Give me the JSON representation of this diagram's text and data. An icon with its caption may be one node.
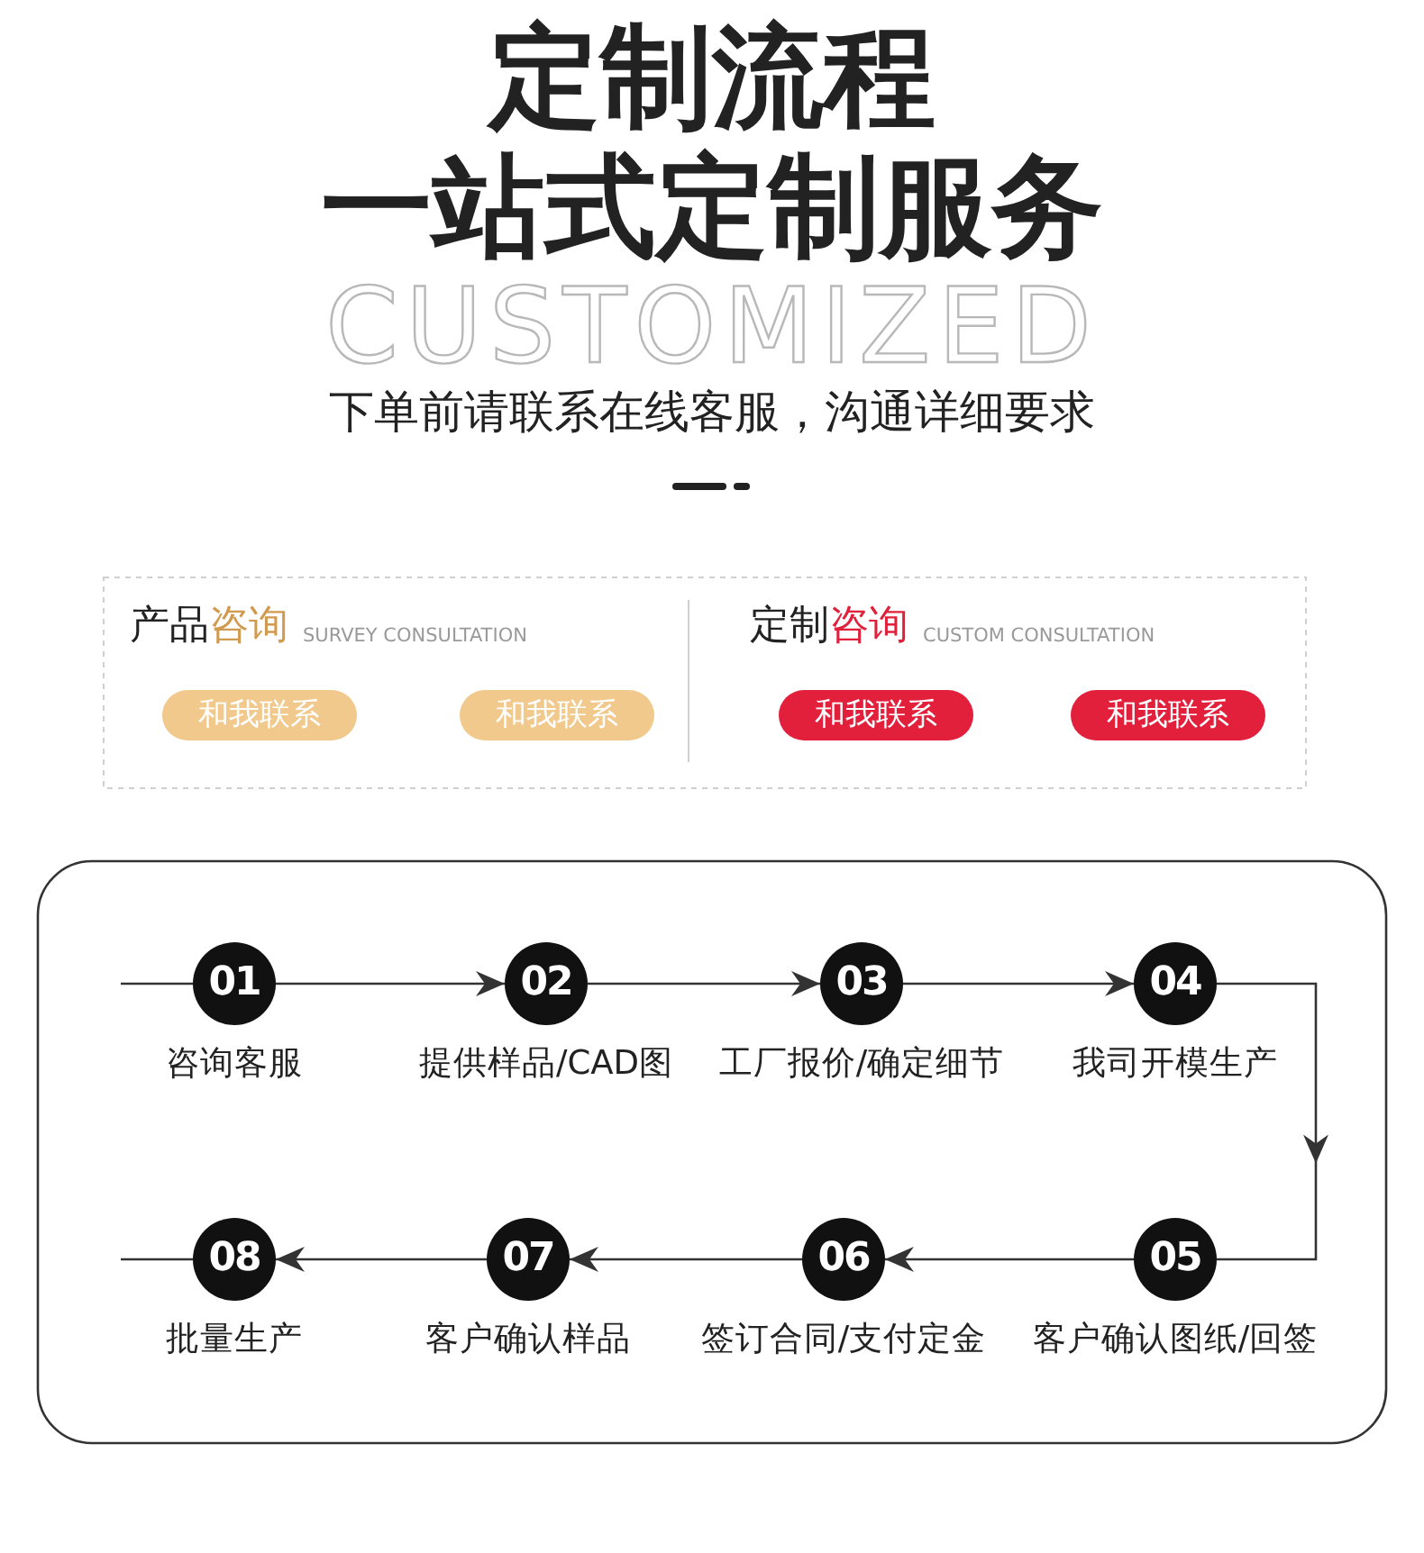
{
  "diagram": {
    "title": "定制流程",
    "nodes": [
      {
        "text": [
          "和我联系"
        ]
      },
      {
        "text": [
          "和我联系"
        ]
      },
      {
        "text": [
          "和我联系"
        ]
      },
      {
        "text": [
          "和我联系"
        ]
      },
      {
        "text": [
          "01"
        ],
        "beside": [
          "咨询客服"
        ]
      },
      {
        "text": [
          "02"
        ],
        "beside": [
          "提供样品/CAD图"
        ]
      },
      {
        "text": [
          "03"
        ],
        "beside": [
          "工厂报价/确定细节"
        ]
      },
      {
        "text": [
          "04"
        ],
        "beside": [
          "我司开模生产"
        ]
      },
      {
        "text": [
          "05"
        ],
        "beside": [
          "客户确认图纸/回签"
        ]
      },
      {
        "text": [
          "06"
        ],
        "beside": [
          "签订合同/支付定金"
        ]
      },
      {
        "text": [
          "07"
        ],
        "beside": [
          "客户确认样品"
        ]
      },
      {
        "text": [
          "08"
        ],
        "beside": [
          "批量生产"
        ]
      }
    ],
    "edges": [
      {
        "from": null,
        "to": 4,
        "arrow": "none"
      },
      {
        "from": 4,
        "to": 5,
        "arrow": "to"
      },
      {
        "from": 5,
        "to": 6,
        "arrow": "to"
      },
      {
        "from": 6,
        "to": 7,
        "arrow": "to"
      },
      {
        "from": 7,
        "to": 8,
        "arrow": "to"
      },
      {
        "from": 8,
        "to": 9,
        "arrow": "to"
      },
      {
        "from": 9,
        "to": 10,
        "arrow": "to"
      },
      {
        "from": 10,
        "to": 11,
        "arrow": "to"
      },
      {
        "from": 11,
        "to": null,
        "arrow": "none"
      }
    ],
    "labels": [
      "CUSTOMIZED",
      "一站式定制服务",
      "下单前请联系在线客服，沟通详细要求",
      "产品",
      "咨询",
      "SURVEY CONSULTATION",
      "定制",
      "咨询",
      "CUSTOM CONSULTATION"
    ]
  }
}
